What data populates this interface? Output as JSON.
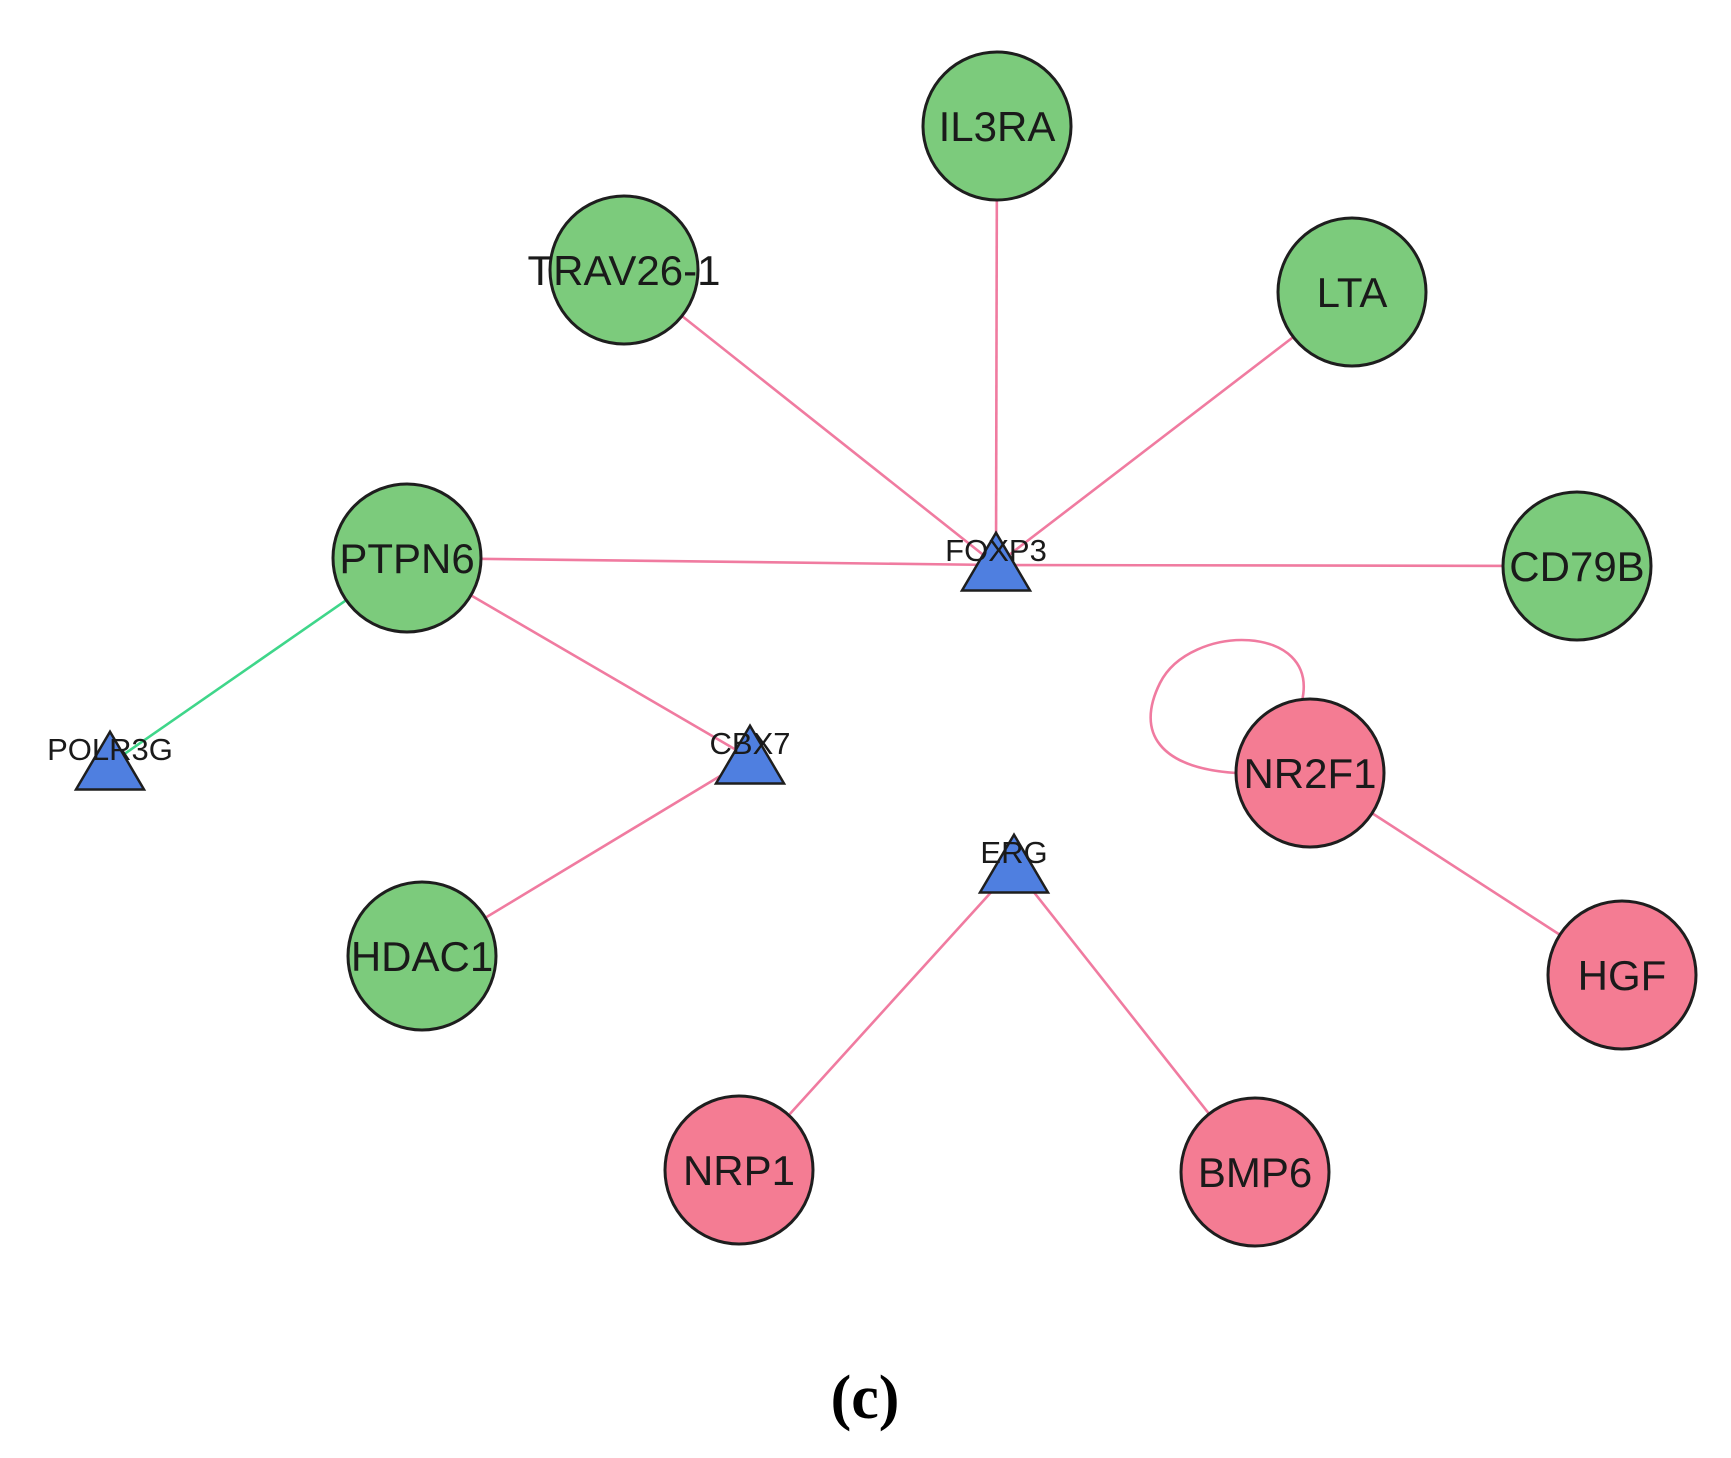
{
  "colors": {
    "background": "#ffffff",
    "node_up": "#7ccb7c",
    "node_down": "#f47c93",
    "tf_triangle": "#4f7fe0",
    "edge_pink": "#f07ba0",
    "edge_green": "#3fd68a",
    "stroke": "#1e1e1e"
  },
  "panel_label": "(c)",
  "nodes": [
    {
      "id": "IL3RA",
      "label": "IL3RA",
      "shape": "circle",
      "group": "green"
    },
    {
      "id": "TRAV26-1",
      "label": "TRAV26-1",
      "shape": "circle",
      "group": "green"
    },
    {
      "id": "LTA",
      "label": "LTA",
      "shape": "circle",
      "group": "green"
    },
    {
      "id": "PTPN6",
      "label": "PTPN6",
      "shape": "circle",
      "group": "green"
    },
    {
      "id": "CD79B",
      "label": "CD79B",
      "shape": "circle",
      "group": "green"
    },
    {
      "id": "HDAC1",
      "label": "HDAC1",
      "shape": "circle",
      "group": "green"
    },
    {
      "id": "NR2F1",
      "label": "NR2F1",
      "shape": "circle",
      "group": "pink"
    },
    {
      "id": "HGF",
      "label": "HGF",
      "shape": "circle",
      "group": "pink"
    },
    {
      "id": "NRP1",
      "label": "NRP1",
      "shape": "circle",
      "group": "pink"
    },
    {
      "id": "BMP6",
      "label": "BMP6",
      "shape": "circle",
      "group": "pink"
    },
    {
      "id": "FOXP3",
      "label": "FOXP3",
      "shape": "triangle",
      "group": "blue"
    },
    {
      "id": "POLR3G",
      "label": "POLR3G",
      "shape": "triangle",
      "group": "blue"
    },
    {
      "id": "CBX7",
      "label": "CBX7",
      "shape": "triangle",
      "group": "blue"
    },
    {
      "id": "ERG",
      "label": "ERG",
      "shape": "triangle",
      "group": "blue"
    }
  ],
  "edges": [
    {
      "source": "FOXP3",
      "target": "IL3RA",
      "color": "pink"
    },
    {
      "source": "FOXP3",
      "target": "TRAV26-1",
      "color": "pink"
    },
    {
      "source": "FOXP3",
      "target": "LTA",
      "color": "pink"
    },
    {
      "source": "FOXP3",
      "target": "PTPN6",
      "color": "pink"
    },
    {
      "source": "FOXP3",
      "target": "CD79B",
      "color": "pink"
    },
    {
      "source": "PTPN6",
      "target": "POLR3G",
      "color": "green"
    },
    {
      "source": "PTPN6",
      "target": "CBX7",
      "color": "pink"
    },
    {
      "source": "CBX7",
      "target": "HDAC1",
      "color": "pink"
    },
    {
      "source": "NR2F1",
      "target": "NR2F1",
      "color": "pink"
    },
    {
      "source": "NR2F1",
      "target": "HGF",
      "color": "pink"
    },
    {
      "source": "ERG",
      "target": "NRP1",
      "color": "pink"
    },
    {
      "source": "ERG",
      "target": "BMP6",
      "color": "pink"
    }
  ]
}
